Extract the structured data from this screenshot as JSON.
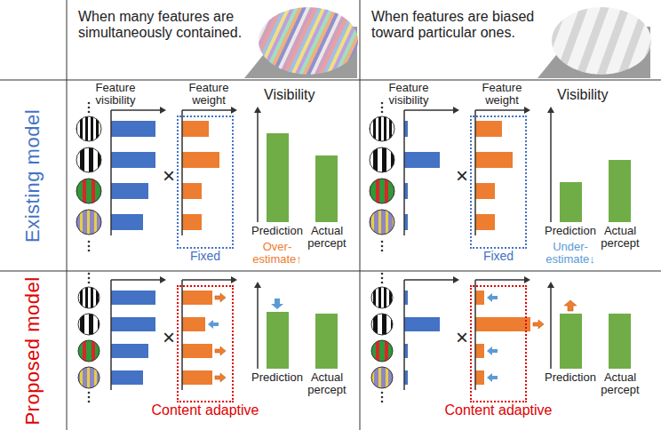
{
  "diagram": {
    "nodes": [
      {
        "text": [
          "Fixed"
        ]
      },
      {
        "text": [
          "Fixed"
        ]
      },
      {
        "text": [
          "Content adaptive"
        ]
      },
      {
        "text": [
          "Content adaptive"
        ]
      }
    ],
    "labels": [
      "When many features are simultaneously contained.",
      "When features are biased toward particular ones.",
      "Existing model",
      "Proposed model",
      "Feature visibility",
      "Feature weight",
      "Visibility",
      "×",
      "Prediction",
      "Actual percept",
      "Over-estimate↑",
      "Feature visibility",
      "Feature weight",
      "Visibility",
      "×",
      "Prediction",
      "Actual percept",
      "Under-estimate↓",
      "×",
      "Prediction",
      "Actual percept",
      "×",
      "Prediction",
      "Actual percept"
    ]
  }
}
